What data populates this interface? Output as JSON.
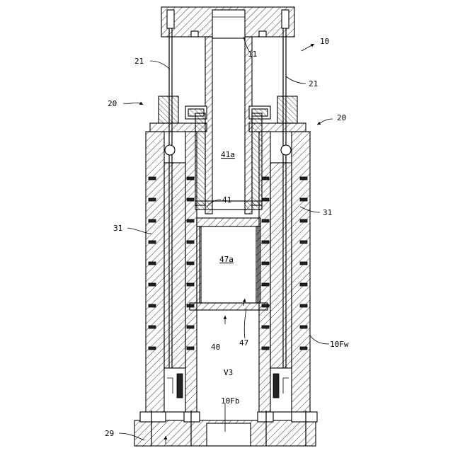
{
  "labels": {
    "l10": "10",
    "l11": "11",
    "l21_left": "21",
    "l21_right": "21",
    "l20_left": "20",
    "l20_right": "20",
    "l41a": "41a",
    "l41": "41",
    "l31_left": "31",
    "l31_right": "31",
    "l47a": "47a",
    "l40": "40",
    "l47": "47",
    "l10Fw": "10Fw",
    "lV3": "V3",
    "l10Fb": "10Fb",
    "l29": "29"
  }
}
